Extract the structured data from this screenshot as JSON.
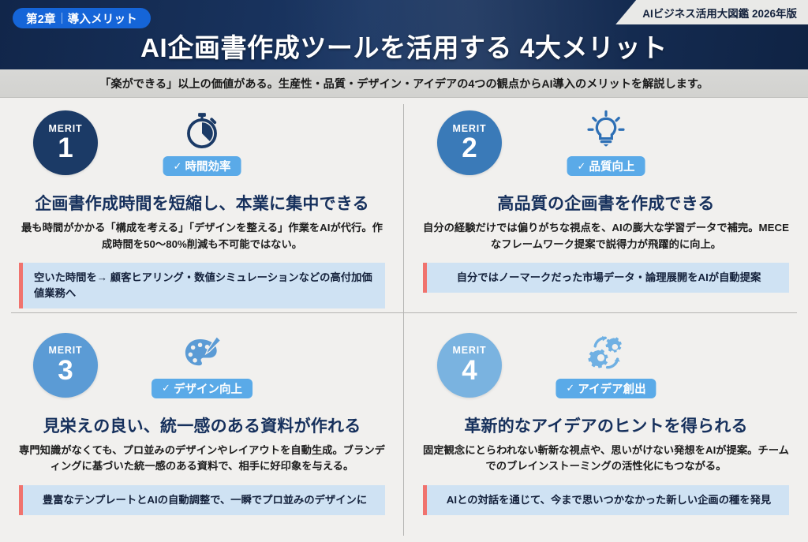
{
  "header": {
    "chapter_label": "第2章",
    "chapter_topic": "導入メリット",
    "corner_ribbon": "AIビジネス活用大図鑑 2026年版",
    "title": "AI企画書作成ツールを活用する 4大メリット",
    "subtitle": "「楽ができる」以上の価値がある。生産性・品質・デザイン・アイデアの4つの観点からAI導入のメリットを解説します。"
  },
  "colors": {
    "header_navy": "#152c52",
    "badge_blue": "#1565d8",
    "tag_blue": "#5aaae8",
    "heading_navy": "#16305c",
    "callout_bg": "#cfe2f3",
    "callout_accent": "#f0736e",
    "divider_gray": "#b5b5b3",
    "canvas_bg": "#f1f0ee",
    "circle_1": "#1b3a66",
    "circle_2": "#3a7ab8",
    "circle_3": "#5b9bd5",
    "circle_4": "#7ab3e0"
  },
  "merits": [
    {
      "merit_word": "MERIT",
      "number": "1",
      "circle_color": "#1b3a66",
      "icon_name": "stopwatch-icon",
      "icon_color": "#1b3a66",
      "tag_check": "✓",
      "tag_label": "時間効率",
      "heading": "企画書作成時間を短縮し、本業に集中できる",
      "body": "最も時間がかかる「構成を考える」「デザインを整える」作業をAIが代行。作成時間を50〜80%削減も不可能ではない。",
      "callout": "空いた時間を→ 顧客ヒアリング・数値シミュレーションなどの高付加価値業務へ",
      "callout_centered": false
    },
    {
      "merit_word": "MERIT",
      "number": "2",
      "circle_color": "#3a7ab8",
      "icon_name": "lightbulb-icon",
      "icon_color": "#2d6fb5",
      "tag_check": "✓",
      "tag_label": "品質向上",
      "heading": "高品質の企画書を作成できる",
      "body": "自分の経験だけでは偏りがちな視点を、AIの膨大な学習データで補完。MECEなフレームワーク提案で説得力が飛躍的に向上。",
      "callout": "自分ではノーマークだった市場データ・論理展開をAIが自動提案",
      "callout_centered": true
    },
    {
      "merit_word": "MERIT",
      "number": "3",
      "circle_color": "#5b9bd5",
      "icon_name": "palette-icon",
      "icon_color": "#5b9bd5",
      "tag_check": "✓",
      "tag_label": "デザイン向上",
      "heading": "見栄えの良い、統一感のある資料が作れる",
      "body": "専門知識がなくても、プロ並みのデザインやレイアウトを自動生成。ブランディングに基づいた統一感のある資料で、相手に好印象を与える。",
      "callout": "豊富なテンプレートとAIの自動調整で、一瞬でプロ並みのデザインに",
      "callout_centered": true
    },
    {
      "merit_word": "MERIT",
      "number": "4",
      "circle_color": "#7ab3e0",
      "icon_name": "gears-cycle-icon",
      "icon_color": "#6fb0e3",
      "tag_check": "✓",
      "tag_label": "アイデア創出",
      "heading": "革新的なアイデアのヒントを得られる",
      "body": "固定観念にとらわれない斬新な視点や、思いがけない発想をAIが提案。チームでのブレインストーミングの活性化にもつながる。",
      "callout": "AIとの対話を通じて、今まで思いつかなかった新しい企画の種を発見",
      "callout_centered": true
    }
  ]
}
